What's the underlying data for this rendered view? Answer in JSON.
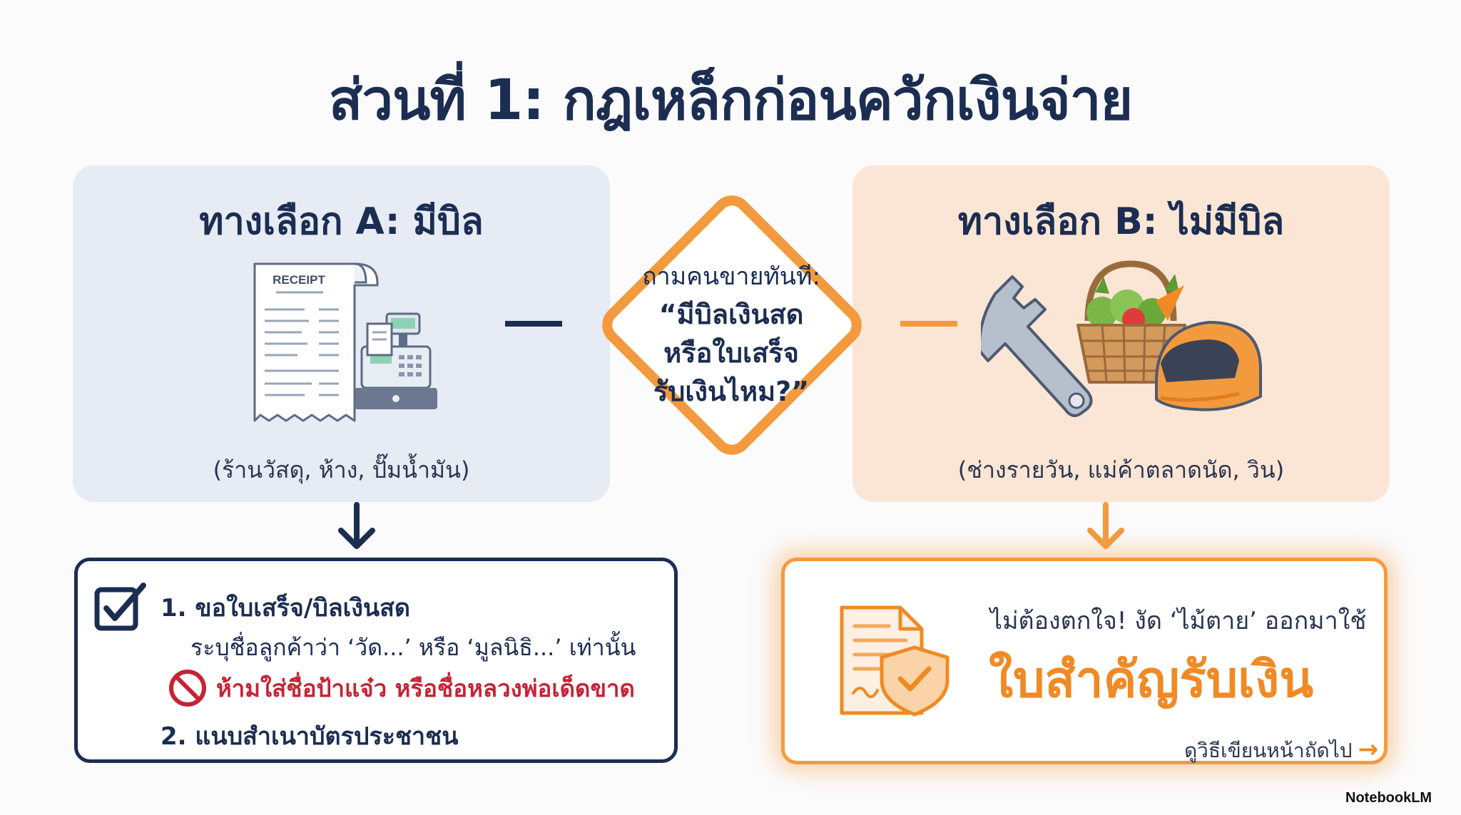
{
  "title": "ส่วนที่ 1: กฎเหล็กก่อนควักเงินจ่าย",
  "option_a": {
    "title": "ทางเลือก A: มีบิล",
    "receipt_label": "RECEIPT",
    "caption": "(ร้านวัสดุ, ห้าง, ปั๊มน้ำมัน)"
  },
  "option_b": {
    "title": "ทางเลือก B: ไม่มีบิล",
    "caption": "(ช่างรายวัน, แม่ค้าตลาดนัด, วิน)"
  },
  "decision": {
    "prompt": "ถามคนขายทันที:",
    "question_line1": "“มีบิลเงินสด",
    "question_line2": "หรือใบเสร็จ",
    "question_line3": "รับเงินไหม?”"
  },
  "result_a": {
    "step1_title": "1. ขอใบเสร็จ/บิลเงินสด",
    "step1_detail": "ระบุชื่อลูกค้าว่า ‘วัด...’ หรือ ‘มูลนิธิ...’ เท่านั้น",
    "warning": "ห้ามใส่ชื่อป้าแจ๋ว หรือชื่อหลวงพ่อเด็ดขาด",
    "step2_title": "2. แนบสำเนาบัตรประชาชน"
  },
  "result_b": {
    "subtitle": "ไม่ต้องตกใจ! งัด ‘ไม้ตาย’ ออกมาใช้",
    "headline": "ใบสำคัญรับเงิน",
    "link_text": "ดูวิธีเขียนหน้าถัดไป",
    "link_arrow": "→"
  },
  "brand": "NotebookLM",
  "colors": {
    "navy": "#1c2d52",
    "orange": "#f49a3e",
    "red": "#c62336",
    "panel_a_bg": "#e6ebf4",
    "panel_b_bg": "#fbe6d5"
  },
  "icons": [
    "receipt-icon",
    "cash-register-icon",
    "wrench-icon",
    "basket-icon",
    "helmet-icon",
    "checkbox-icon",
    "ban-icon",
    "document-shield-icon",
    "arrow-down-icon"
  ]
}
